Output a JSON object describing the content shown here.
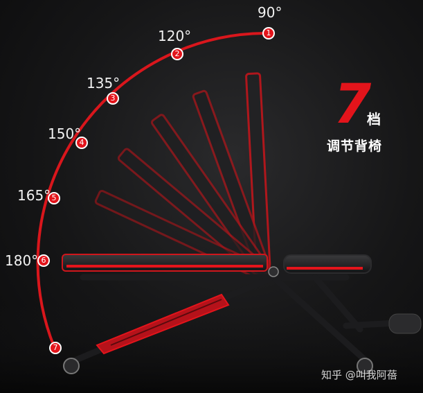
{
  "headline": {
    "number": "7",
    "unit": "档",
    "caption": "调节背椅"
  },
  "angles": [
    {
      "step": "1",
      "label": "90°"
    },
    {
      "step": "2",
      "label": "120°"
    },
    {
      "step": "3",
      "label": "135°"
    },
    {
      "step": "4",
      "label": "150°"
    },
    {
      "step": "5",
      "label": "165°"
    },
    {
      "step": "6",
      "label": "180°"
    },
    {
      "step": "7",
      "label": ""
    }
  ],
  "watermark": "知乎 @叫我阿蓓",
  "colors": {
    "accent": "#e3141b",
    "background": "#141415",
    "frame": "#1b1b1d"
  }
}
